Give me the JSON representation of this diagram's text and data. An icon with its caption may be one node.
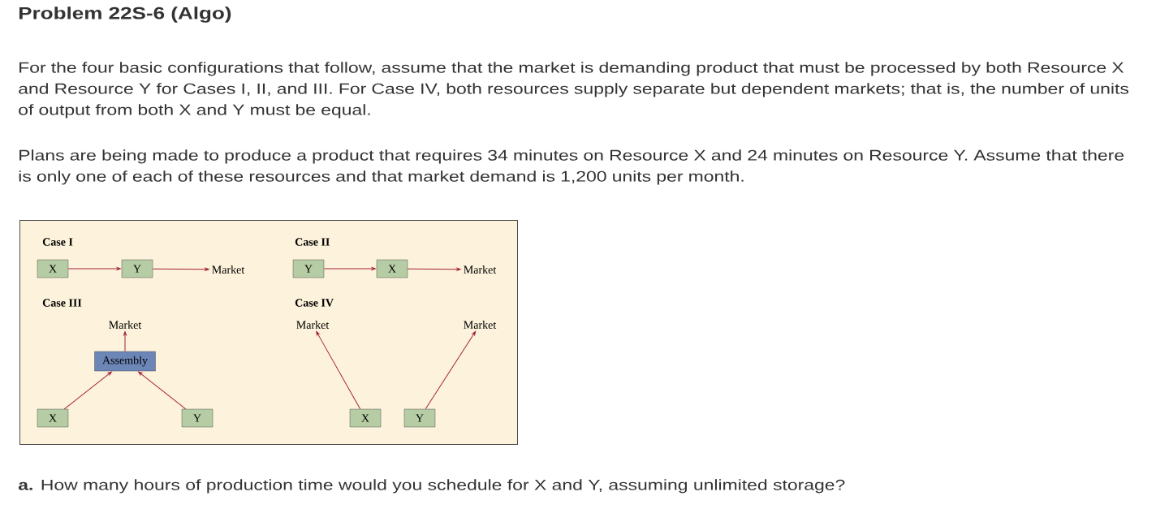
{
  "diagram": {
    "title": "Problem 22S-6 (Algo)",
    "nodes": [
      {
        "text": [],
        "shape": "box"
      },
      {
        "text": [
          "X"
        ],
        "in": 0
      },
      {
        "text": [
          "Y"
        ],
        "in": 0
      },
      {
        "text": [
          "Market"
        ],
        "in": 0
      },
      {
        "text": [
          "Y"
        ],
        "in": 0
      },
      {
        "text": [
          "X"
        ],
        "in": 0
      },
      {
        "text": [
          "Market"
        ],
        "in": 0
      },
      {
        "text": [
          "Market"
        ],
        "in": 0
      },
      {
        "text": [
          "Assembly"
        ],
        "in": 0
      },
      {
        "text": [
          "X"
        ],
        "in": 0
      },
      {
        "text": [
          "Y"
        ],
        "in": 0
      },
      {
        "text": [
          "Market"
        ],
        "in": 0
      },
      {
        "text": [
          "Market"
        ],
        "in": 0
      },
      {
        "text": [
          "X"
        ],
        "in": 0
      },
      {
        "text": [
          "Y"
        ],
        "in": 0
      }
    ],
    "edges": [
      {
        "from": 1,
        "to": 2,
        "arrow": "to"
      },
      {
        "from": 2,
        "to": 3,
        "arrow": "to"
      },
      {
        "from": 4,
        "to": 5,
        "arrow": "to"
      },
      {
        "from": 5,
        "to": 6,
        "arrow": "to"
      },
      {
        "from": 8,
        "to": 7,
        "arrow": "to"
      },
      {
        "from": 9,
        "to": 8,
        "arrow": "to"
      },
      {
        "from": 10,
        "to": 8,
        "arrow": "to"
      },
      {
        "from": 13,
        "to": 11,
        "arrow": "to"
      },
      {
        "from": 14,
        "to": 12,
        "arrow": "to"
      }
    ],
    "labels": [
      "For the four basic configurations that follow, assume that the market is demanding product that must be processed by both Resource X and Resource Y for Cases I, II, and III. For Case IV, both resources supply separate but dependent markets; that is, the number of units of output from both X and Y must be equal.",
      "Plans are being made to produce a product that requires 34 minutes on Resource X and 24 minutes on Resource Y. Assume that there is only one of each of these resources and that market demand is 1,200 units per month.",
      "Case I",
      "Case II",
      "Case III",
      "Case IV",
      "**a.** How many hours of production time would you schedule for X and Y, assuming unlimited storage?"
    ]
  }
}
